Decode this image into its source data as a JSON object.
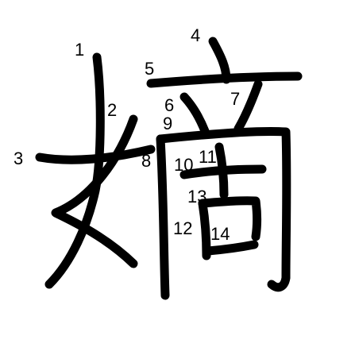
{
  "character": "嫡",
  "stroke_numbers": [
    "1",
    "2",
    "3",
    "4",
    "5",
    "6",
    "7",
    "8",
    "9",
    "10",
    "11",
    "12",
    "13",
    "14"
  ],
  "colors": {
    "background": "#ffffff",
    "ink": "#000000"
  }
}
